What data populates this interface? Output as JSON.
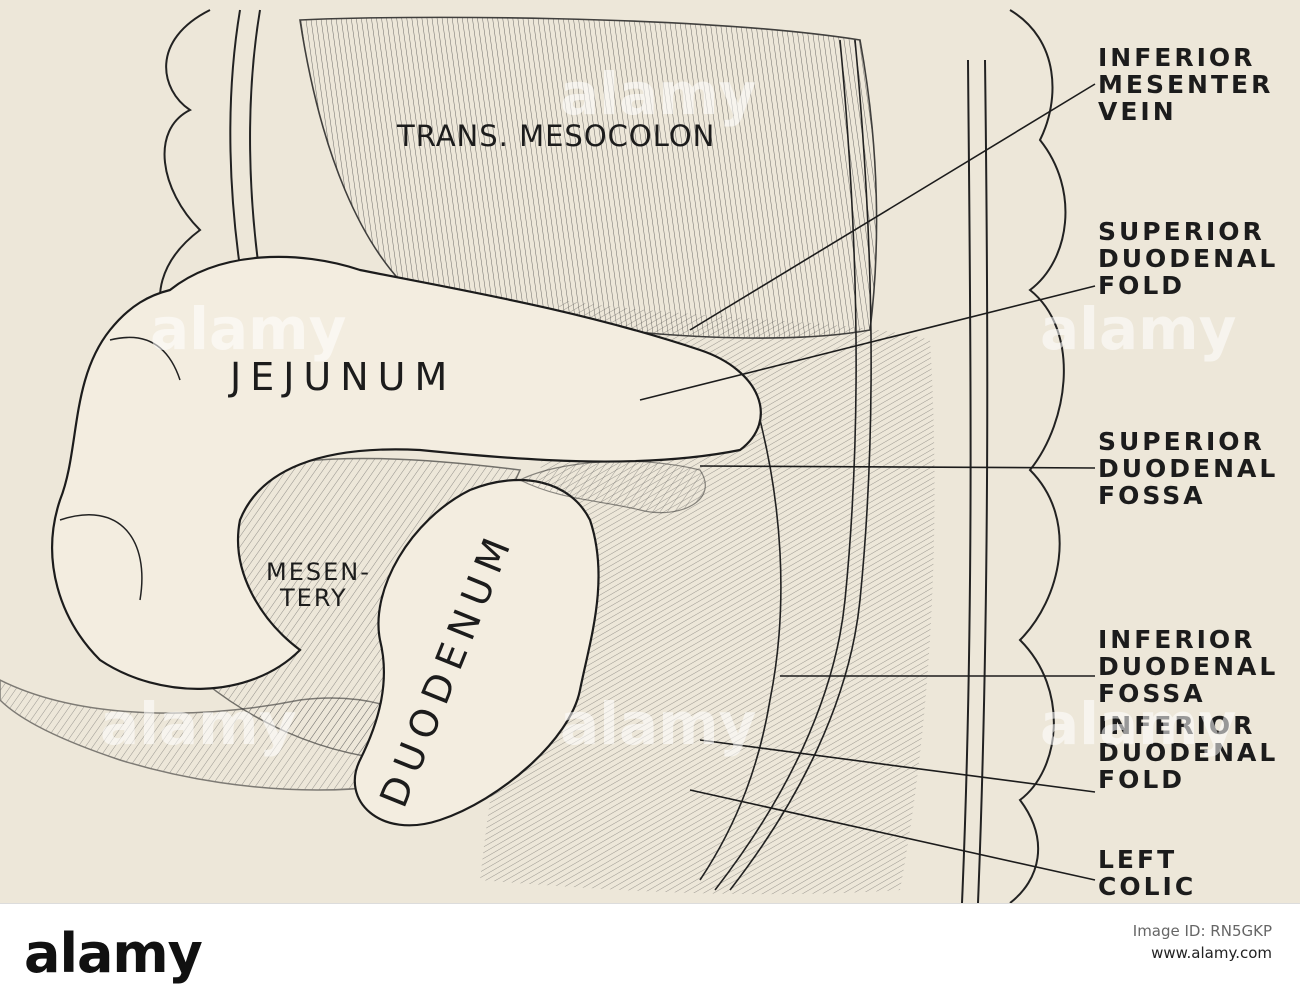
{
  "figure": {
    "organ_labels": {
      "trans_mesocolon": "TRANS. MESOCOLON",
      "jejunum": "JEJUNUM",
      "mesentery_line1": "MESEN-",
      "mesentery_line2": "TERY",
      "duodenum": "DUODENUM"
    },
    "callouts": [
      {
        "lines": [
          "INFERIOR",
          "MESENTER",
          "VEIN"
        ]
      },
      {
        "lines": [
          "SUPERIOR",
          "DUODENAL",
          "FOLD"
        ]
      },
      {
        "lines": [
          "SUPERIOR",
          "DUODENAL",
          "FOSSA"
        ]
      },
      {
        "lines": [
          "INFERIOR",
          "DUODENAL",
          "FOSSA"
        ]
      },
      {
        "lines": [
          "INFERIOR",
          "DUODENAL",
          "FOLD"
        ]
      },
      {
        "lines": [
          "LEFT",
          "COLIC"
        ]
      }
    ]
  },
  "watermark": {
    "text": "alamy"
  },
  "footer": {
    "logo": "alamy",
    "image_id_label": "Image ID: RN5GKP",
    "site": "www.alamy.com"
  }
}
